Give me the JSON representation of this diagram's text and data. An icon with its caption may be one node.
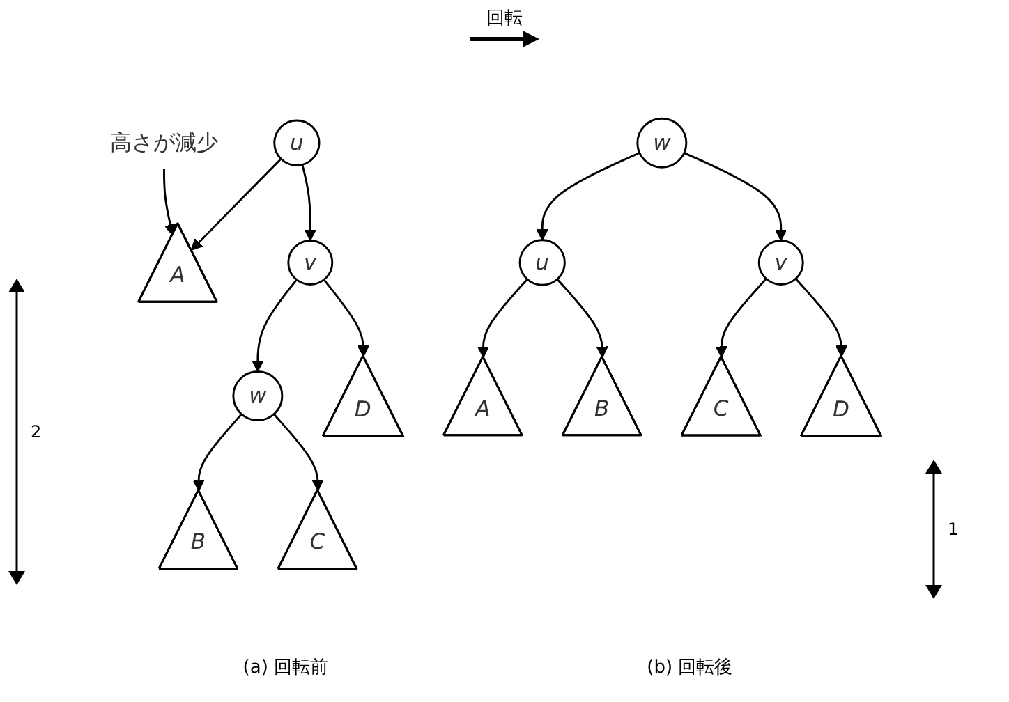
{
  "diagram": {
    "nodes": [
      {
        "text": [
          "u"
        ]
      },
      {
        "text": [
          "高さが減少"
        ]
      },
      {
        "text": [
          "A"
        ]
      },
      {
        "text": [
          "v"
        ]
      },
      {
        "text": [
          "w"
        ]
      },
      {
        "text": [
          "D"
        ]
      },
      {
        "text": [
          "B"
        ]
      },
      {
        "text": [
          "C"
        ]
      },
      {
        "text": [
          "w"
        ]
      },
      {
        "text": [
          "u"
        ]
      },
      {
        "text": [
          "v"
        ]
      },
      {
        "text": [
          "A"
        ]
      },
      {
        "text": [
          "B"
        ]
      },
      {
        "text": [
          "C"
        ]
      },
      {
        "text": [
          "D"
        ]
      }
    ],
    "edges": [
      {
        "from": 0,
        "to": 2,
        "arrow": "to"
      },
      {
        "from": 1,
        "to": 2,
        "arrow": "to"
      },
      {
        "from": 0,
        "to": 3,
        "arrow": "to"
      },
      {
        "from": 3,
        "to": 4,
        "arrow": "to"
      },
      {
        "from": 3,
        "to": 5,
        "arrow": "to"
      },
      {
        "from": 4,
        "to": 6,
        "arrow": "to"
      },
      {
        "from": 4,
        "to": 7,
        "arrow": "to"
      },
      {
        "from": 8,
        "to": 9,
        "arrow": "to"
      },
      {
        "from": 8,
        "to": 10,
        "arrow": "to"
      },
      {
        "from": 9,
        "to": 11,
        "arrow": "to"
      },
      {
        "from": 9,
        "to": 12,
        "arrow": "to"
      },
      {
        "from": 10,
        "to": 13,
        "arrow": "to"
      },
      {
        "from": 10,
        "to": 14,
        "arrow": "to"
      }
    ],
    "labels": [
      "回転",
      "2",
      "1",
      "(a) 回転前",
      "(b) 回転後"
    ]
  }
}
